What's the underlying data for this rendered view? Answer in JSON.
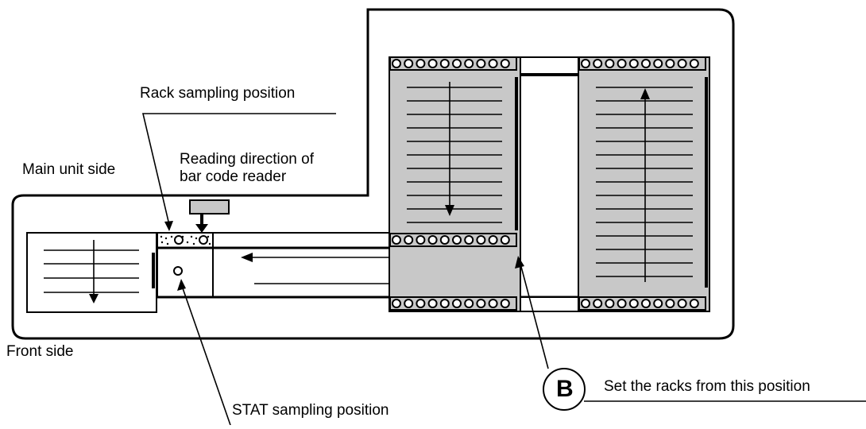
{
  "labels": {
    "rack_sampling": "Rack sampling position",
    "main_unit_side": "Main unit side",
    "reading_direction_line1": "Reading direction of",
    "reading_direction_line2": "bar code reader",
    "front_side": "Front side",
    "stat_sampling": "STAT sampling position",
    "set_racks": "Set the racks from this position"
  },
  "callout": {
    "letter": "B"
  },
  "colors": {
    "tray_fill": "#c8c8c8",
    "line": "#000000"
  }
}
